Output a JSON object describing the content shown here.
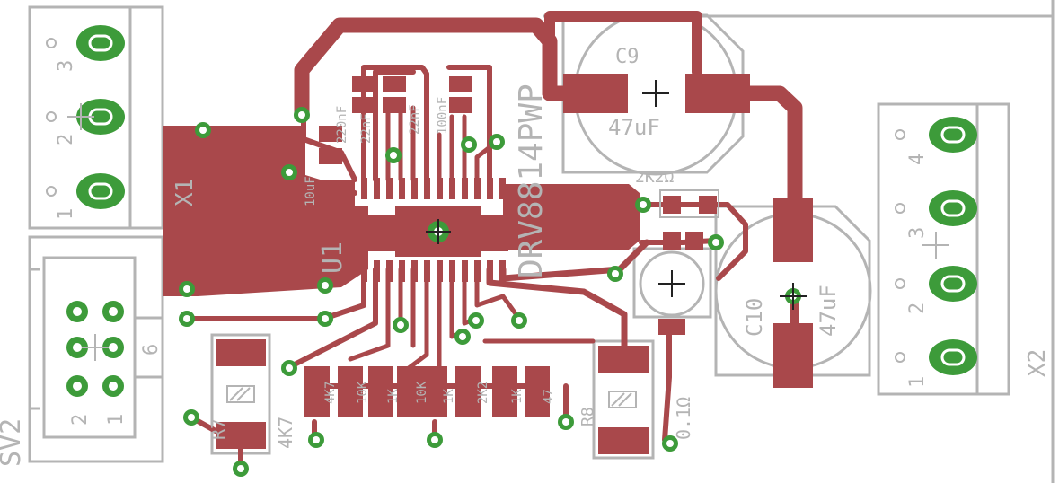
{
  "colors": {
    "silkscreen": "#b4b4b4",
    "copper": "#a9484b",
    "via_ring": "#3d9b3a",
    "drill": "#ffffff",
    "background": "#ffffff"
  },
  "labels": {
    "x1": "X1",
    "x2": "X2",
    "sv2": "SV2",
    "u1": "U1",
    "chip": "DRV8814PWP",
    "c9": "C9",
    "c9_value": "47uF",
    "c10": "C10",
    "c10_value": "47uF",
    "r_top": "2K2Ω",
    "r_r8": "R8",
    "r_r8_value": "0.1Ω",
    "r_bottom_right": "0.1Ω",
    "r_r7": "R7",
    "r_r7_value": "4K7",
    "c_small_1": "22nF",
    "c_small_2": "22nF",
    "c_small_3": "220nF",
    "c_small_4": "10uF",
    "c_small_5": "100nF",
    "x1_pins": [
      "3",
      "2",
      "1"
    ],
    "x2_pins": [
      "4",
      "3",
      "2",
      "1"
    ],
    "sv2_pins": [
      "2",
      "1"
    ],
    "sv2_right": "6",
    "res_bottom_labels": [
      "4K7",
      "10K",
      "1K",
      "10K",
      "1K",
      "2K2",
      "1K",
      "47"
    ]
  }
}
